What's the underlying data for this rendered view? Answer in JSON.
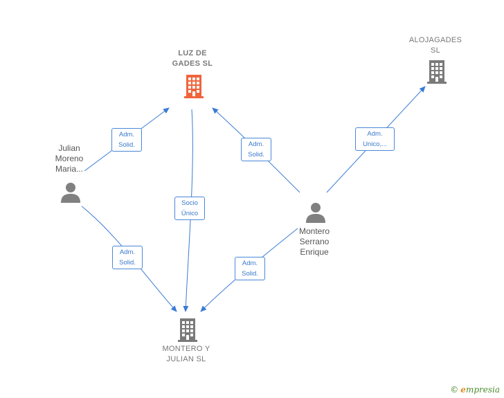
{
  "nodes": {
    "luz": {
      "label_line1": "LUZ DE",
      "label_line2": "GADES  SL",
      "color": "#f0643c"
    },
    "alojagades": {
      "label_line1": "ALOJAGADES",
      "label_line2": "SL",
      "color": "#7a7a7a"
    },
    "montero_julian": {
      "label_line1": "MONTERO Y",
      "label_line2": "JULIAN  SL",
      "color": "#7a7a7a"
    },
    "julian": {
      "label_line1": "Julian",
      "label_line2": "Moreno",
      "label_line3": "Maria..."
    },
    "montero": {
      "label_line1": "Montero",
      "label_line2": "Serrano",
      "label_line3": "Enrique"
    }
  },
  "edges": {
    "julian_luz": {
      "line1": "Adm.",
      "line2": "Solid."
    },
    "socio_unico": {
      "line1": "Socio",
      "line2": "Único"
    },
    "montero_luz": {
      "line1": "Adm.",
      "line2": "Solid."
    },
    "montero_aloja": {
      "line1": "Adm.",
      "line2": "Unico,..."
    },
    "julian_montero_julian": {
      "line1": "Adm.",
      "line2": "Solid."
    },
    "montero_montero_julian": {
      "line1": "Adm.",
      "line2": "Solid."
    }
  },
  "colors": {
    "edge": "#3a7bd5",
    "person": "#808080"
  },
  "footer": {
    "copyright": "©",
    "brand_first": "e",
    "brand_rest": "mpresia"
  }
}
